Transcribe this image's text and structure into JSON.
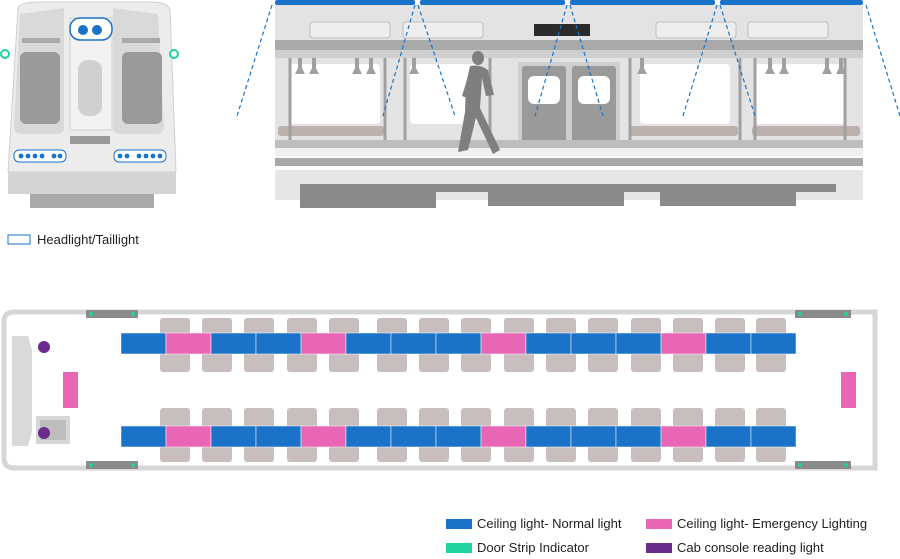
{
  "legend": {
    "headlight_label": "Headlight/Taillight",
    "normal_label": "Ceiling light- Normal light",
    "emergency_label": "Ceiling light- Emergency Lighting",
    "door_strip_label": "Door Strip Indicator",
    "cab_console_label": "Cab console reading light"
  },
  "colors": {
    "normal_light": "#1a73c8",
    "emergency_light": "#e866b5",
    "door_strip": "#1fd3a0",
    "cab_console": "#6a2a8e",
    "seat": "#c8bebe",
    "body_gray": "#d6d6d6",
    "dark_gray": "#8a8a8a"
  },
  "top_strip_pattern": [
    "N",
    "E",
    "N",
    "N",
    "E",
    "N",
    "N",
    "N",
    "E",
    "N",
    "N",
    "N",
    "E",
    "N",
    "N"
  ],
  "bottom_strip_pattern": [
    "N",
    "E",
    "N",
    "N",
    "E",
    "N",
    "N",
    "N",
    "E",
    "N",
    "N",
    "N",
    "E",
    "N",
    "N"
  ]
}
